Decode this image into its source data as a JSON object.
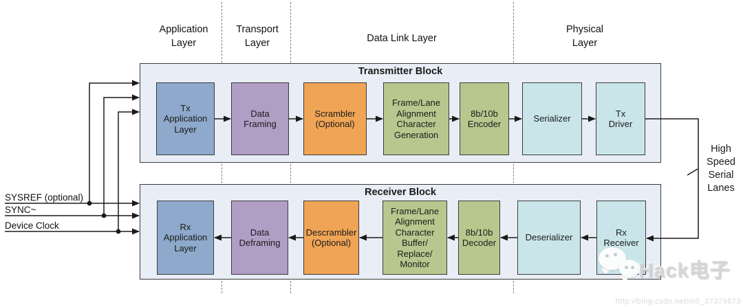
{
  "layers": [
    {
      "label": "Application\nLayer"
    },
    {
      "label": "Transport\nLayer"
    },
    {
      "label": "Data Link Layer"
    },
    {
      "label": "Physical\nLayer"
    }
  ],
  "signals": [
    {
      "label": "SYSREF (optional)"
    },
    {
      "label": "SYNC~"
    },
    {
      "label": "Device Clock"
    }
  ],
  "transmitter": {
    "title": "Transmitter Block",
    "blocks": [
      {
        "label": "Tx\nApplication\nLayer",
        "bg": "#8EA9CB"
      },
      {
        "label": "Data\nFraming",
        "bg": "#B09EC5"
      },
      {
        "label": "Scrambler\n(Optional)",
        "bg": "#F0A455"
      },
      {
        "label": "Frame/Lane\nAlignment\nCharacter\nGeneration",
        "bg": "#B7C88E"
      },
      {
        "label": "8b/10b\nEncoder",
        "bg": "#B7C88E"
      },
      {
        "label": "Serializer",
        "bg": "#C9E5EA"
      },
      {
        "label": "Tx\nDriver",
        "bg": "#C9E5EA"
      }
    ]
  },
  "receiver": {
    "title": "Receiver Block",
    "blocks": [
      {
        "label": "Rx\nApplication\nLayer",
        "bg": "#8EA9CB"
      },
      {
        "label": "Data\nDeframing",
        "bg": "#B09EC5"
      },
      {
        "label": "Descrambler\n(Optional)",
        "bg": "#F0A455"
      },
      {
        "label": "Frame/Lane\nAlignment\nCharacter\nBuffer/\nReplace/\nMonitor",
        "bg": "#B7C88E"
      },
      {
        "label": "8b/10b\nDecoder",
        "bg": "#B7C88E"
      },
      {
        "label": "Deserializer",
        "bg": "#C9E5EA"
      },
      {
        "label": "Rx\nReceiver",
        "bg": "#C9E5EA"
      }
    ]
  },
  "serial_lanes_label": "High\nSpeed\nSerial\nLanes",
  "watermark": {
    "icon": "wechat-icon",
    "brand": "Hack电子",
    "url": "http://blog.csdn.net/m0_37379873"
  },
  "palette": {
    "container_fill": "#E9EEF6",
    "block_blue": "#8EA9CB",
    "block_purple": "#B09EC5",
    "block_orange": "#F0A455",
    "block_green": "#B7C88E",
    "block_cyan": "#C9E5EA",
    "border_dark": "#3A3A3A",
    "line_color": "#1A1A1A"
  }
}
